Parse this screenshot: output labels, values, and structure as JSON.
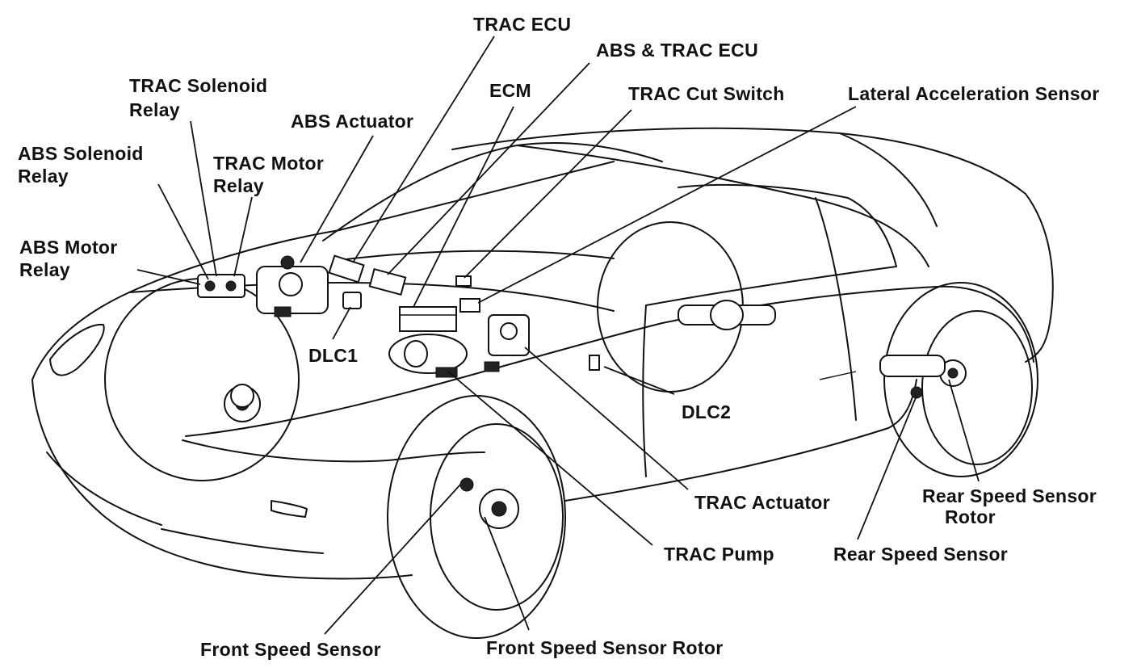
{
  "labels": {
    "trac_ecu": "TRAC ECU",
    "abs_trac_ecu": "ABS & TRAC ECU",
    "ecm": "ECM",
    "trac_cut_switch": "TRAC Cut Switch",
    "lateral_acceleration_sensor": "Lateral Acceleration Sensor",
    "trac_solenoid_relay_1": "TRAC Solenoid",
    "trac_solenoid_relay_2": "Relay",
    "abs_actuator": "ABS Actuator",
    "abs_solenoid_relay_1": "ABS Solenoid",
    "abs_solenoid_relay_2": "Relay",
    "trac_motor_relay_1": "TRAC Motor",
    "trac_motor_relay_2": "Relay",
    "abs_motor_relay_1": "ABS Motor",
    "abs_motor_relay_2": "Relay",
    "dlc1": "DLC1",
    "dlc2": "DLC2",
    "trac_actuator": "TRAC Actuator",
    "rear_speed_sensor_rotor_1": "Rear Speed Sensor",
    "rear_speed_sensor_rotor_2": "Rotor",
    "rear_speed_sensor": "Rear Speed Sensor",
    "trac_pump": "TRAC Pump",
    "front_speed_sensor": "Front Speed Sensor",
    "front_speed_sensor_rotor": "Front Speed Sensor Rotor"
  }
}
